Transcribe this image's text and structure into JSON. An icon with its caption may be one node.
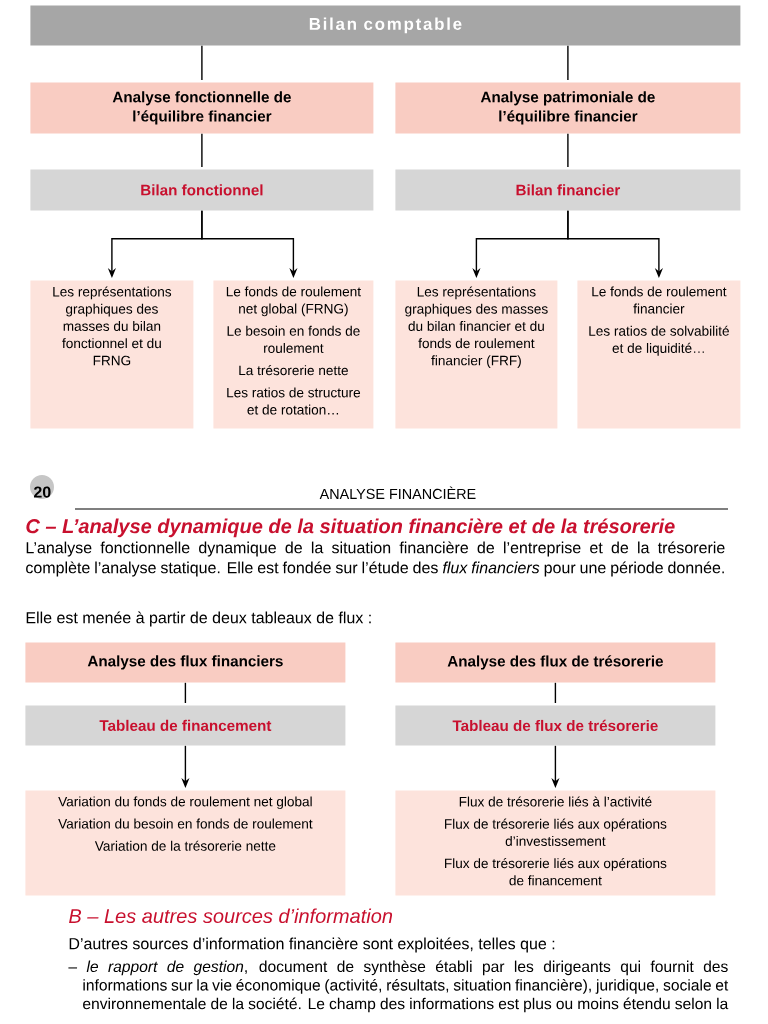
{
  "diagram": {
    "nodes": [
      {
        "text": [
          "Bilan comptable"
        ]
      },
      {
        "text": [
          "Analyse fonctionnelle de l’équilibre financier"
        ]
      },
      {
        "text": [
          "Analyse patrimoniale de l’équilibre financier"
        ]
      },
      {
        "text": [
          "Bilan fonctionnel"
        ]
      },
      {
        "text": [
          "Bilan financier"
        ]
      },
      {
        "text": [
          "Les représentations graphiques des masses du bilan fonctionnel et du FRNG"
        ]
      },
      {
        "text": [
          "Le fonds de roulement net global (FRNG)",
          "Le besoin en fonds de roulement",
          "La trésorerie nette",
          "Les ratios de structure et de rotation…"
        ]
      },
      {
        "text": [
          "Les représentations graphiques des masses du bilan financier et du fonds de roulement financier (FRF)"
        ]
      },
      {
        "text": [
          "Le fonds de roulement financier",
          "Les ratios de solvabilité et de liquidité…"
        ]
      },
      {
        "text": [
          "Analyse des flux financiers"
        ]
      },
      {
        "text": [
          "Analyse des flux de trésorerie"
        ]
      },
      {
        "text": [
          "Tableau de financement"
        ]
      },
      {
        "text": [
          "Tableau de flux de trésorerie"
        ]
      },
      {
        "text": [
          "Variation du fonds de roulement net global",
          "Variation du besoin en fonds de roulement",
          "Variation de la trésorerie nette"
        ]
      },
      {
        "text": [
          "Flux de trésorerie liés à l’activité",
          "Flux de trésorerie liés aux opérations d’investissement",
          "Flux de trésorerie liés aux opérations de financement"
        ]
      }
    ],
    "edges": [
      {
        "from": 0,
        "to": 1,
        "arrow": "none"
      },
      {
        "from": 0,
        "to": 2,
        "arrow": "none"
      },
      {
        "from": 1,
        "to": 3,
        "arrow": "none"
      },
      {
        "from": 2,
        "to": 4,
        "arrow": "none"
      },
      {
        "from": 3,
        "to": 5,
        "arrow": "to"
      },
      {
        "from": 3,
        "to": 6,
        "arrow": "to"
      },
      {
        "from": 4,
        "to": 7,
        "arrow": "to"
      },
      {
        "from": 4,
        "to": 8,
        "arrow": "to"
      },
      {
        "from": 9,
        "to": 11,
        "arrow": "none"
      },
      {
        "from": 10,
        "to": 12,
        "arrow": "none"
      },
      {
        "from": 11,
        "to": 13,
        "arrow": "to"
      },
      {
        "from": 12,
        "to": 14,
        "arrow": "to"
      }
    ],
    "labels": [
      "20",
      "ANALYSE FINANCIÈRE",
      "C – L’analyse dynamique de la situation financière et de la trésorerie",
      "L’analyse fonctionnelle dynamique de la situation financière de l’entreprise et de la trésorerie complète l’analyse statique. Elle est fondée sur l’étude des *flux financiers* pour une période donnée.",
      "Elle est menée à partir de deux tableaux de flux :",
      "B – Les autres sources d’information",
      "D’autres sources d’information financière sont exploitées, telles que :",
      "– *le rapport de gestion*, document de synthèse établi par les dirigeants qui fournit des informations sur la vie économique (activité, résultats, situation financière), juridique, sociale et environnementale de la société. Le champ des informations est plus ou moins étendu selon la"
    ]
  }
}
